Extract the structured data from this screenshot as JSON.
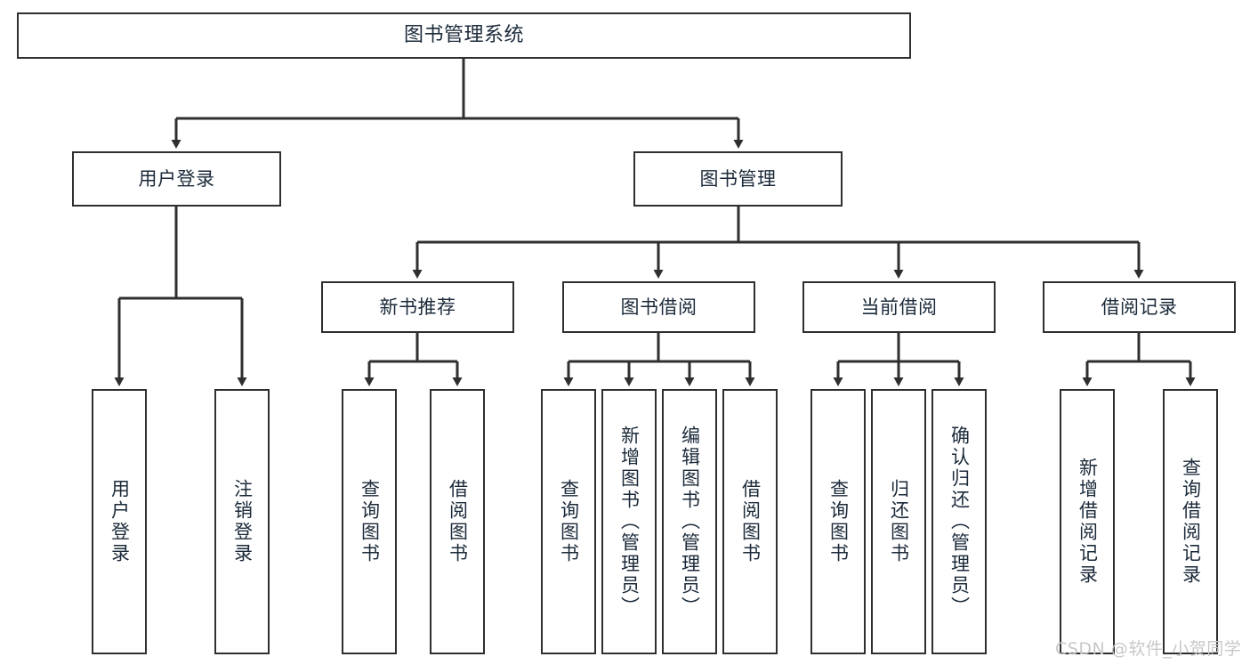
{
  "diagram": {
    "type": "tree",
    "title": "图书管理系统",
    "root": {
      "label": "图书管理系统"
    },
    "level2": [
      {
        "label": "用户登录"
      },
      {
        "label": "图书管理"
      }
    ],
    "level3": [
      {
        "label": "新书推荐"
      },
      {
        "label": "图书借阅"
      },
      {
        "label": "当前借阅"
      },
      {
        "label": "借阅记录"
      }
    ],
    "leaves": {
      "user_login": [
        {
          "label": "用户登录"
        },
        {
          "label": "注销登录"
        }
      ],
      "new_book": [
        {
          "label": "查询图书"
        },
        {
          "label": "借阅图书"
        }
      ],
      "book_borrow": [
        {
          "label": "查询图书"
        },
        {
          "label": "新增图书（管理员）"
        },
        {
          "label": "编辑图书（管理员）"
        },
        {
          "label": "借阅图书"
        }
      ],
      "current_borrow": [
        {
          "label": "查询图书"
        },
        {
          "label": "归还图书"
        },
        {
          "label": "确认归还（管理员）"
        }
      ],
      "borrow_record": [
        {
          "label": "新增借阅记录"
        },
        {
          "label": "查询借阅记录"
        }
      ]
    }
  },
  "watermark": {
    "text": "CSDN @软件_小贺同学"
  },
  "colors": {
    "box_border": "#2f2f2f",
    "box_fill": "#ffffff",
    "text": "#1b2a3a",
    "connector": "#2f2f2f",
    "watermark": "#c8c8c8"
  }
}
